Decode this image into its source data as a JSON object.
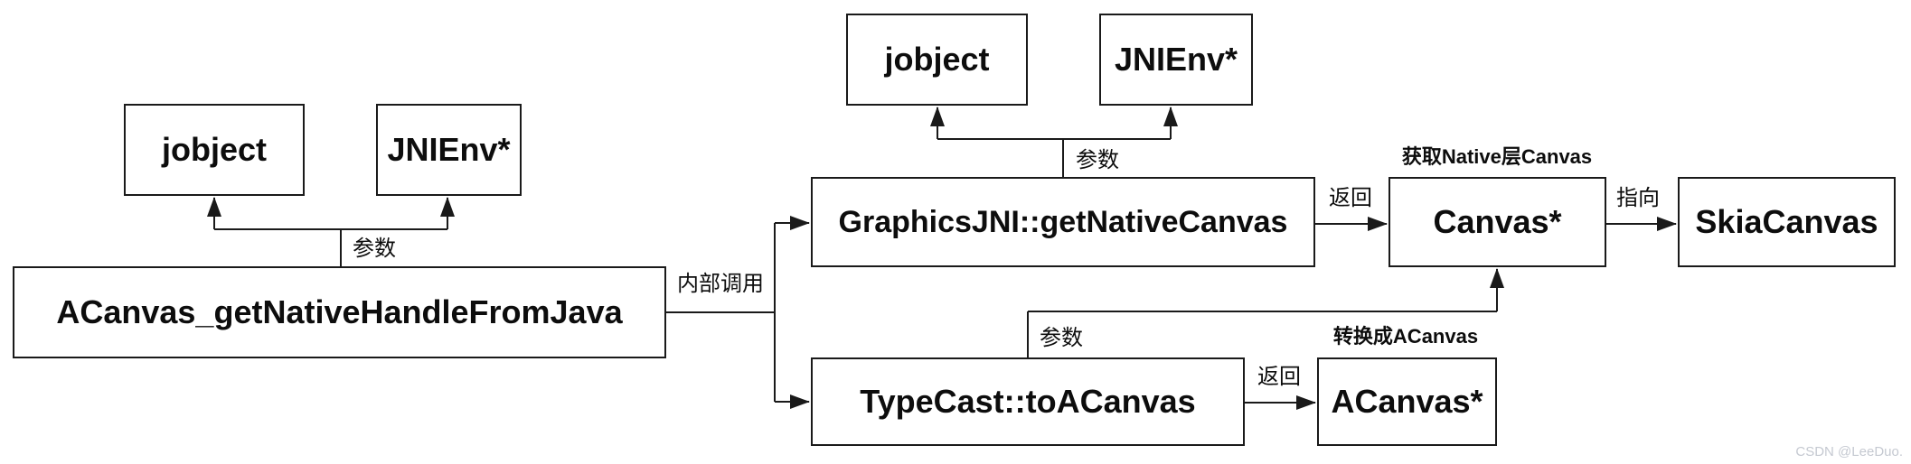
{
  "diagram": {
    "nodes": {
      "jobject_left": {
        "label": "jobject"
      },
      "jnienv_left": {
        "label": "JNIEnv*"
      },
      "main": {
        "label": "ACanvas_getNativeHandleFromJava"
      },
      "jobject_top": {
        "label": "jobject"
      },
      "jnienv_top": {
        "label": "JNIEnv*"
      },
      "graphics_jni": {
        "label": "GraphicsJNI::getNativeCanvas"
      },
      "canvas_ptr": {
        "label": "Canvas*"
      },
      "skia_canvas": {
        "label": "SkiaCanvas"
      },
      "typecast": {
        "label": "TypeCast::toACanvas"
      },
      "acanvas_ptr": {
        "label": "ACanvas*"
      }
    },
    "edge_labels": {
      "params_left": "参数",
      "params_top": "参数",
      "params_bottom": "参数",
      "internal_call": "内部调用",
      "return_1": "返回",
      "return_2": "返回",
      "points_to": "指向"
    },
    "annotations": {
      "get_native_canvas": "获取Native层Canvas",
      "to_acanvas": "转换成ACanvas"
    },
    "colors": {
      "stroke": "#1a1a1a",
      "background": "#ffffff",
      "text": "#0d0d0d",
      "watermark": "#c5c9d1"
    }
  },
  "watermark": {
    "text": "CSDN @LeeDuo."
  }
}
